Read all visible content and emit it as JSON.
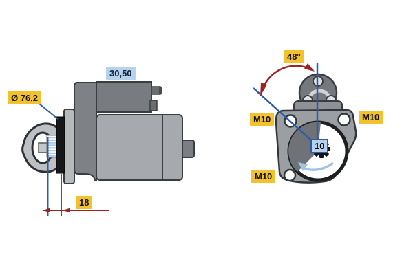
{
  "page": {
    "background": "#ffffff",
    "description": "Technical dimensional drawing of a starter motor: side view (left) and mounting-flange end view (right)"
  },
  "side_view": {
    "top_dimension": {
      "text": "30,50",
      "style": "blue"
    },
    "diameter_label": {
      "text": "Ø 76,2",
      "style": "yellow"
    },
    "depth_dimension": {
      "text": "18",
      "style": "yellow"
    }
  },
  "end_view": {
    "angle_label": {
      "text": "48°",
      "style": "yellow"
    },
    "bolt_labels": [
      {
        "text": "M10",
        "position": "top-left"
      },
      {
        "text": "M10",
        "position": "top-right"
      },
      {
        "text": "M10",
        "position": "bottom-left"
      }
    ],
    "pinion_teeth_label": {
      "text": "10",
      "style": "blue-boxed"
    }
  },
  "colors": {
    "label_yellow": "#f2c12e",
    "label_blue_bg": "#b7d3ec",
    "dimension_blue": "#2b5ca8",
    "dimension_red": "#9b2423",
    "rotation_arrow_blue": "#9fc4e4",
    "body_gray": "#a6aaae",
    "solenoid_gray": "#787c80",
    "outline_dark": "#3a3d40"
  }
}
